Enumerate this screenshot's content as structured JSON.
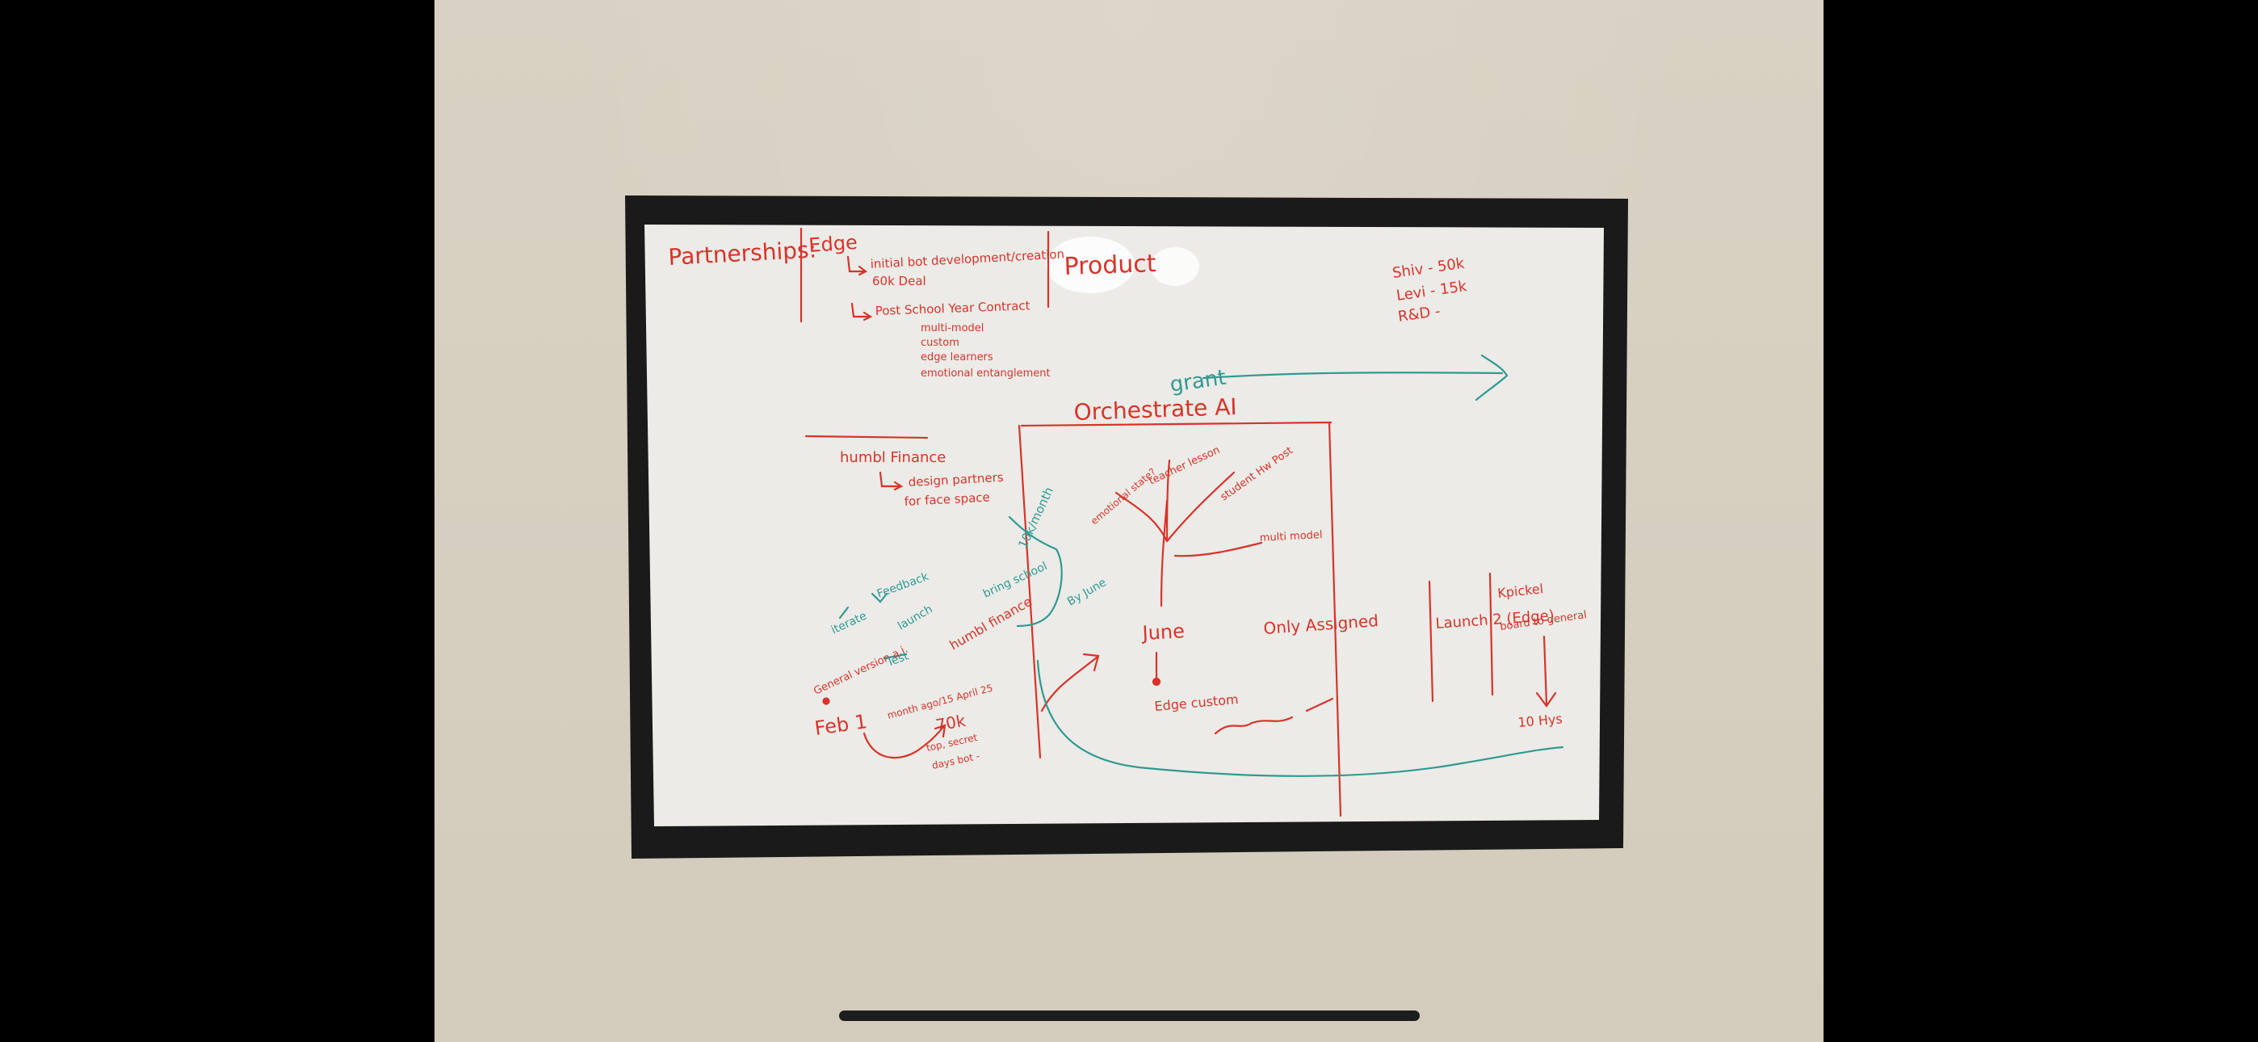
{
  "photo": {
    "subject": "whiteboard",
    "colors": {
      "wall": "#d8d1c4",
      "frame": "#1a1a1a",
      "board": "#ecebe7",
      "red_marker": "#d8332a",
      "teal_marker": "#2f9a93"
    }
  },
  "whiteboard": {
    "partnerships_heading": "Partnerships:",
    "edge_heading": "Edge",
    "edge_line1": "initial bot development/creation",
    "edge_line2": "60k Deal",
    "edge_line3": "Post School Year Contract",
    "edge_bullets": [
      "multi-model",
      "custom",
      "edge learners",
      "emotional entanglement"
    ],
    "product_heading": "Product",
    "salaries": [
      "Shiv - 50k",
      "Levi - 15k",
      "R&D -"
    ],
    "grant_label": "grant",
    "orchestrate_title": "Orchestrate AI",
    "humbl_heading": "humbl Finance",
    "humbl_sub1": "design partners",
    "humbl_sub2": "for face space",
    "loop_iterate": "iterate",
    "loop_feedback": "Feedback",
    "loop_launch": "launch",
    "loop_test": "Test",
    "general_version": "General version a.i.",
    "feb_label": "Feb 1",
    "month_note": "month ago/15 April 25",
    "seventy_k": "70k",
    "top_note": "top, secret",
    "days_note": "days bot -",
    "ten_k": "10k/month",
    "bring_school": "bring school",
    "humbl_finance_small": "humbl finance",
    "by_june": "By June",
    "tree_emotional": "emotional state?",
    "tree_teacher": "teacher lesson",
    "tree_student": "student Hw Post",
    "tree_multi": "multi model",
    "june_label": "June",
    "edge_custom": "Edge custom",
    "only_assigned": "Only Assigned",
    "launch_2": "Launch 2 (Edge)",
    "right_top": "Kpickel",
    "right_mid": "board to general",
    "right_bottom": "10 Hys"
  }
}
